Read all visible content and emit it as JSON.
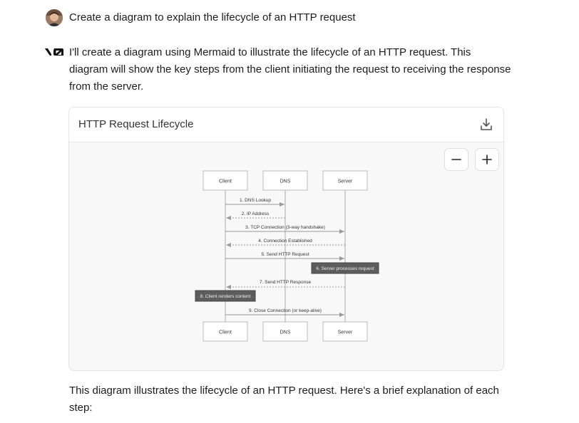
{
  "user_message": "Create a diagram to explain the lifecycle of an HTTP request",
  "assistant_intro": "I'll create a diagram using Mermaid to illustrate the lifecycle of an HTTP request. This diagram will show the key steps from the client initiating the request to receiving the response from the server.",
  "card": {
    "title": "HTTP Request Lifecycle",
    "download_icon": "download-icon",
    "zoom_out_icon": "minus-icon",
    "zoom_in_icon": "plus-icon"
  },
  "diagram": {
    "participants": [
      "Client",
      "DNS",
      "Server"
    ],
    "messages": [
      "1. DNS Lookup",
      "2. IP Address",
      "3. TCP Connection (3-way handshake)",
      "4. Connection Established",
      "5. Send HTTP Request",
      "7. Send HTTP Response",
      "9. Close Connection (or keep-alive)"
    ],
    "notes": [
      "6. Server processes request",
      "8. Client renders content"
    ]
  },
  "footer_text": "This diagram illustrates the lifecycle of an HTTP request. Here's a brief explanation of each step:"
}
